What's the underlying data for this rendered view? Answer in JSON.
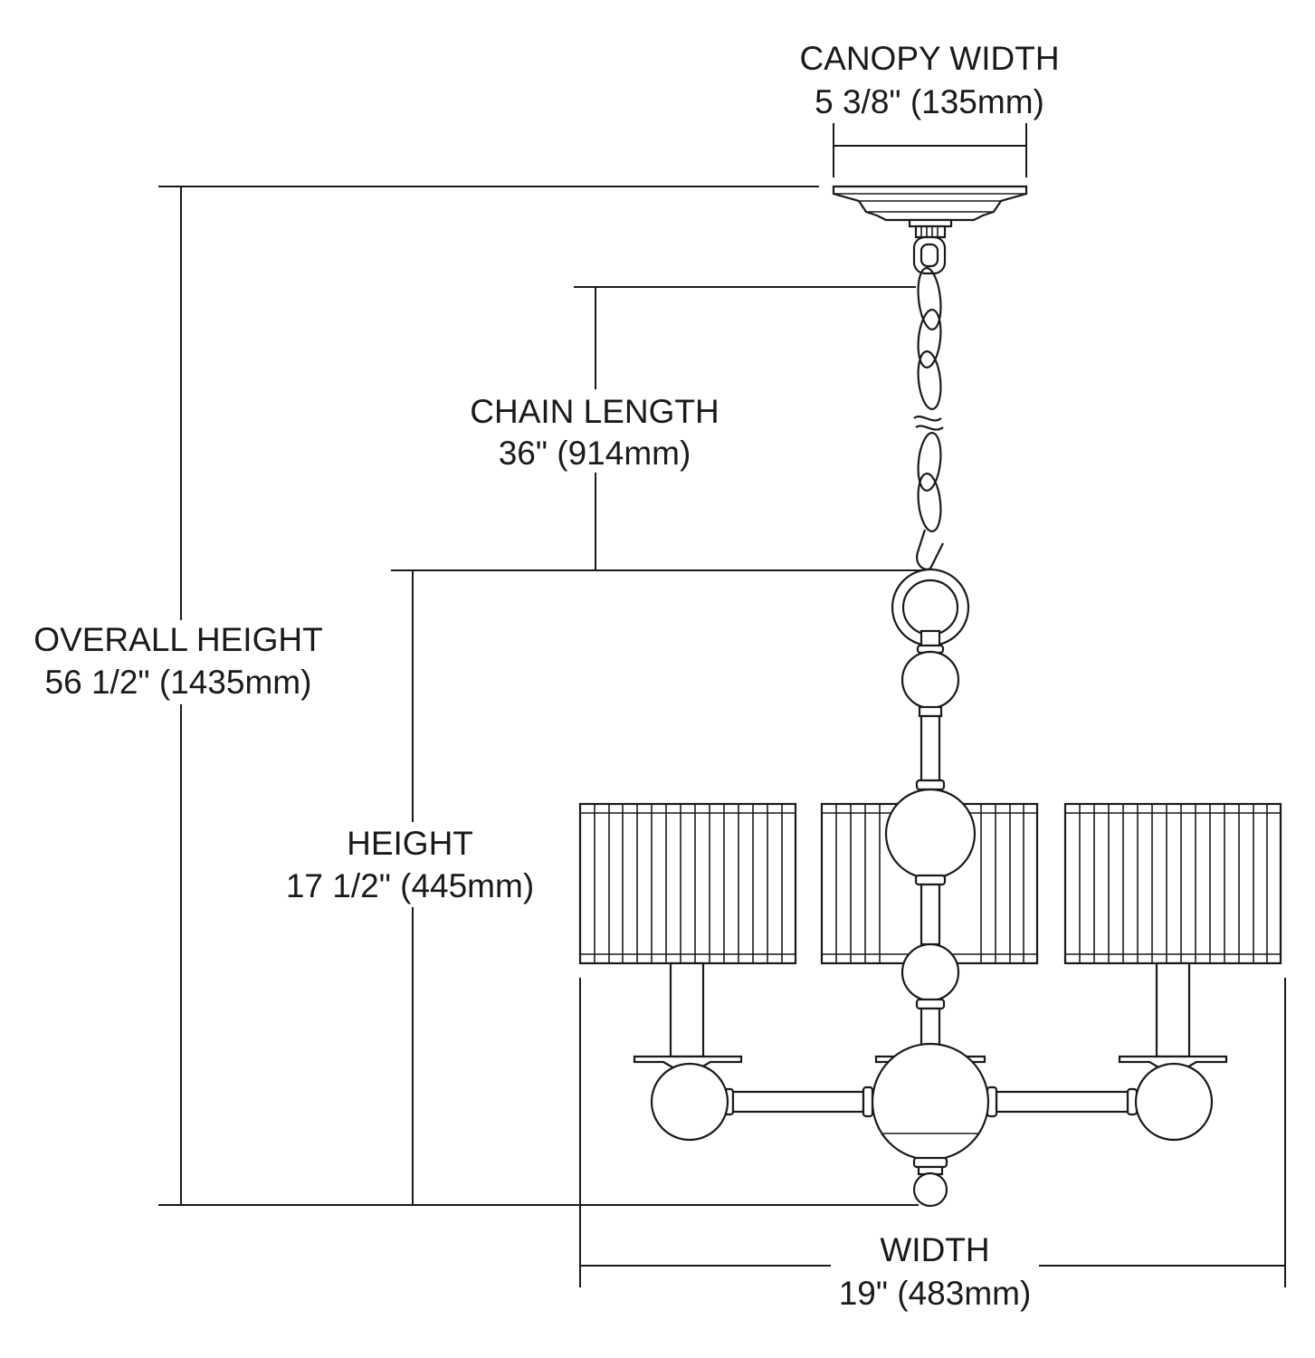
{
  "dimensions": {
    "canopy_width": {
      "label": "CANOPY WIDTH",
      "value": "5 3/8\" (135mm)"
    },
    "chain_length": {
      "label": "CHAIN LENGTH",
      "value": "36\" (914mm)"
    },
    "overall_height": {
      "label": "OVERALL HEIGHT",
      "value": "56 1/2\" (1435mm)"
    },
    "height": {
      "label": "HEIGHT",
      "value": "17 1/2\" (445mm)"
    },
    "width": {
      "label": "WIDTH",
      "value": "19\" (483mm)"
    }
  },
  "colors": {
    "line": "#1a1a1a",
    "background": "#ffffff"
  }
}
